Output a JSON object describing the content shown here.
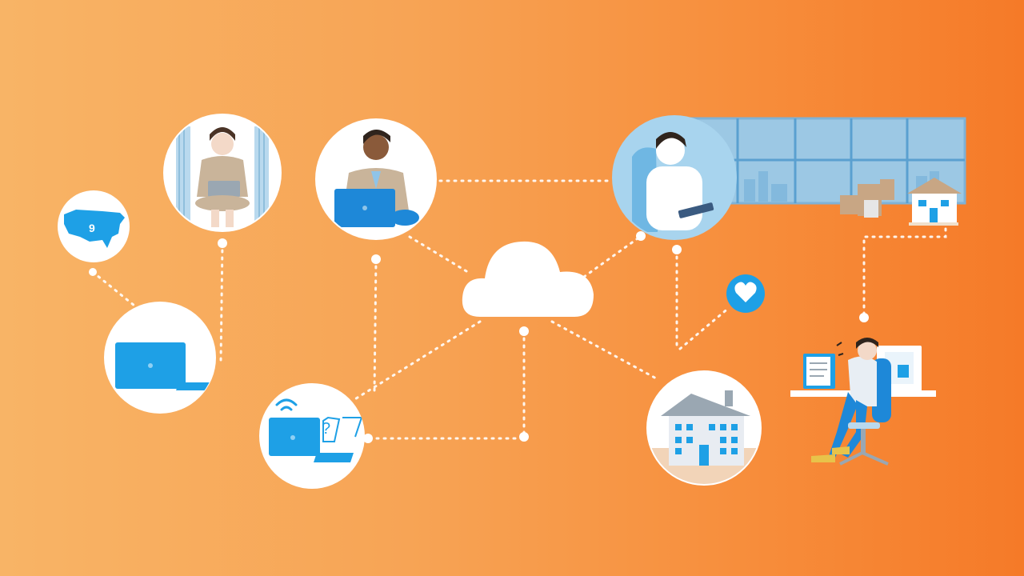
{
  "scene": {
    "description_nodes": [
      "us-map-icon",
      "woman-laptop-avatar",
      "man-laptop-avatar",
      "cloud-icon",
      "remote-worker-avatar",
      "office-window-panel",
      "home-icon",
      "heart-icon",
      "laptop-node",
      "wifi-laptop-node",
      "office-building-node",
      "desk-worker-illustration"
    ],
    "colors": {
      "accent_blue": "#1ea0e6",
      "line_white": "#ffffff",
      "bg_start": "#f8b466",
      "bg_end": "#f57a28",
      "window_blue": "#9cc8e4"
    },
    "laptop_sticker_text": "?"
  }
}
